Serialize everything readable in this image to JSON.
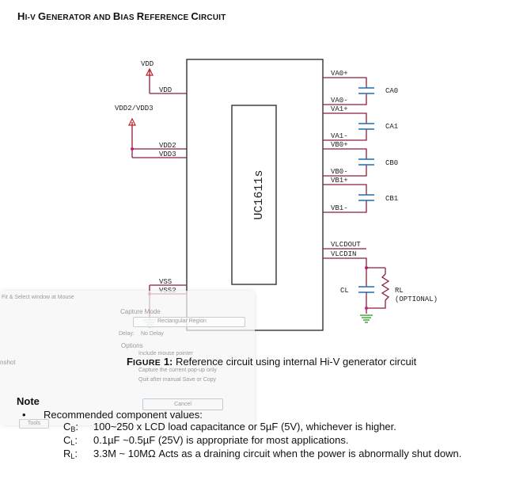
{
  "heading": {
    "part1_initial": "H",
    "part1_rest": "I-V ",
    "part2_initial": "G",
    "part2_rest": "ENERATOR AND ",
    "part3_initial": "B",
    "part3_rest": "IAS ",
    "part4_initial": "R",
    "part4_rest": "EFERENCE ",
    "part5_initial": "C",
    "part5_rest": "IRCUIT"
  },
  "schematic": {
    "chip_label": "UC1611s",
    "left_labels": {
      "vdd_top": "VDD",
      "vdd_pin": "VDD",
      "vdd2_top": "VDD2/VDD3",
      "vdd2_pin": "VDD2",
      "vdd3_pin": "VDD3",
      "vss_pin": "VSS",
      "vss2_pin": "VSS2"
    },
    "right_pins": [
      "VA0+",
      "VA0-",
      "VA1+",
      "VA1-",
      "VB0+",
      "VB0-",
      "VB1+",
      "VB1-",
      "VLCDOUT",
      "VLCDIN"
    ],
    "caps": [
      "CA0",
      "CA1",
      "CB0",
      "CB1",
      "CL"
    ],
    "rl": "RL",
    "rl_note": "(OPTIONAL)"
  },
  "caption": {
    "fig_initial": "F",
    "fig_rest": "IGURE",
    "fig_num": " 1:",
    "text": " Reference circuit using internal Hi-V generator circuit"
  },
  "note": {
    "title": "Note",
    "bullet": "Recommended component values:",
    "rows": [
      {
        "sym": "C",
        "sub": "B",
        "text": "100~250 x LCD load capacitance or 5µF (5V), whichever is higher."
      },
      {
        "sym": "C",
        "sub": "L",
        "text": "0.1µF ~0.5µF (25V) is appropriate for most applications."
      },
      {
        "sym": "R",
        "sub": "L",
        "text": "3.3M ~ 10MΩ Acts as a draining circuit when the power is abnormally shut down."
      }
    ]
  },
  "overlay": {
    "title": "Fit & Select window at Mouse",
    "capture_mode": "Capture Mode",
    "mode_value": "Rectangular Region",
    "delay_label": "Delay:",
    "delay_value": "No Delay",
    "options": "Options",
    "opt1": "Include mouse pointer",
    "opt2": "Capture the current pop-up only",
    "opt3": "Quit after manual Save or Copy",
    "cancel": "Cancel",
    "left_edge": "nshot",
    "tools": "Tools"
  },
  "colors": {
    "wire": "#8a1f3c",
    "cap": "#1a6fb0",
    "ground": "#2a9a1f",
    "arrow": "#c02020",
    "node": "#d02090"
  }
}
